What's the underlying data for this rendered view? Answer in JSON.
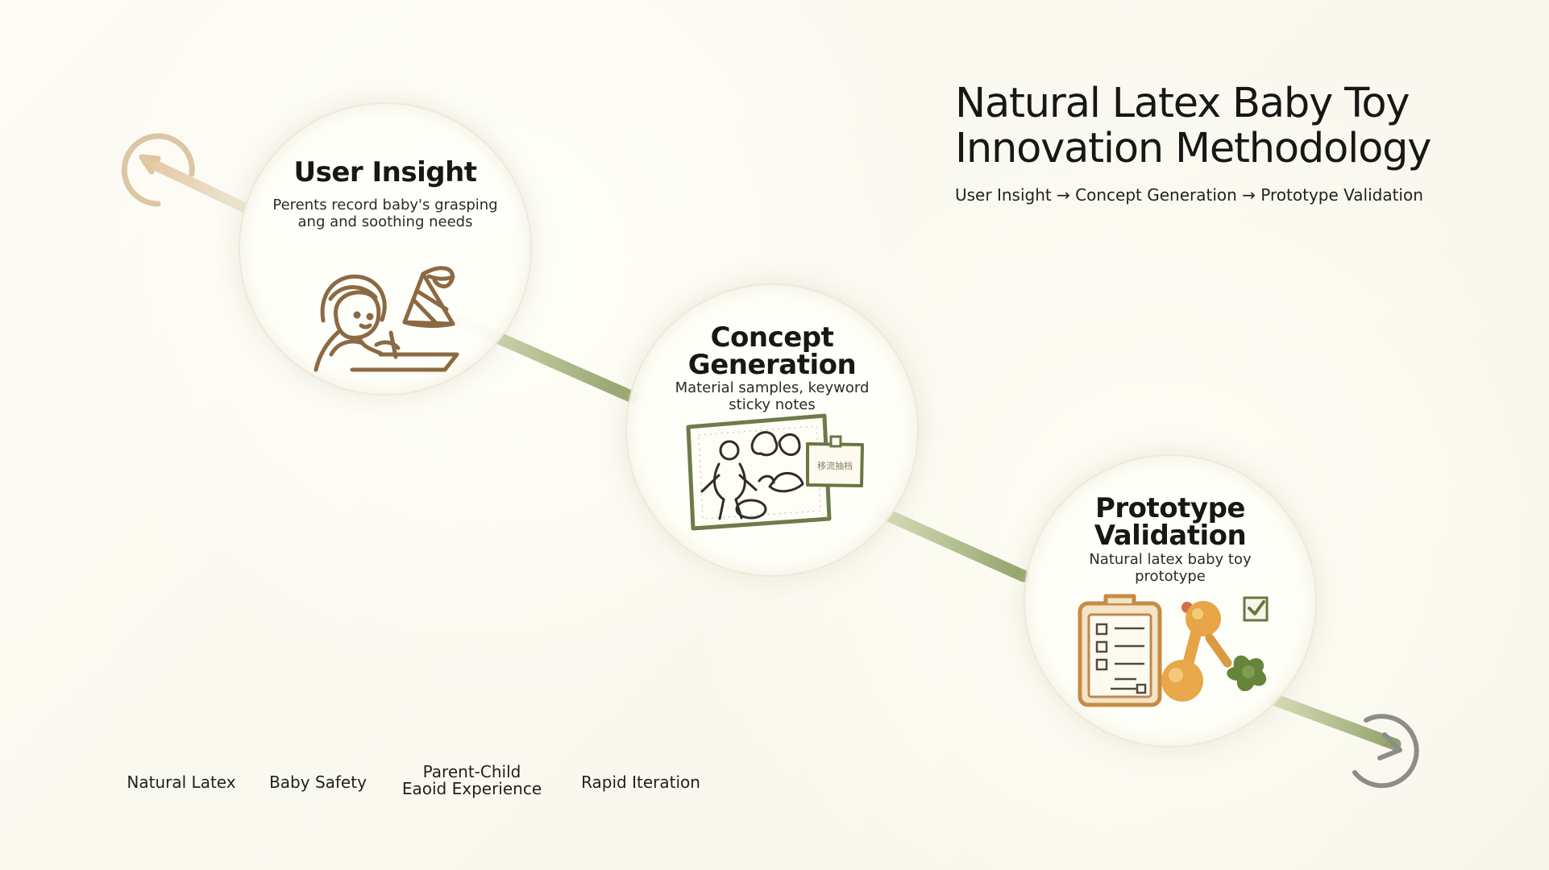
{
  "header": {
    "title": "Natural Latex Baby Toy Innovation Methodology",
    "subtitle": "User Insight → Concept Generation → Prototype Validation"
  },
  "stages": [
    {
      "title": "User Insight",
      "description": "Perents record baby's grasping ang and soothing needs",
      "illustration": "parent-with-baby-toy-icon"
    },
    {
      "title": "Concept Generation",
      "description": "Material samples, keyword sticky notes",
      "illustration": "sketch-board-and-sticky-note-icon",
      "sticky_note_text": "移流抽档"
    },
    {
      "title": "Prototype Validation",
      "description": "Natural latex baby toy prototype",
      "illustration": "clipboard-checklist-and-latex-toy-icon"
    }
  ],
  "tags": [
    "Natural Latex",
    "Baby Safety",
    "Parent-Child Eaoid Experience",
    "Rapid Iteration"
  ],
  "colors": {
    "background": "#fbfaf1",
    "start_arrow": "#d7bd95",
    "flow_arrow": "#97a56b",
    "loop_arrow": "#888888",
    "stage_fill": "#fffefa",
    "title_text": "#171716"
  },
  "icons": {
    "start": "curved-return-arrow-icon",
    "end": "circular-return-arrow-icon"
  }
}
